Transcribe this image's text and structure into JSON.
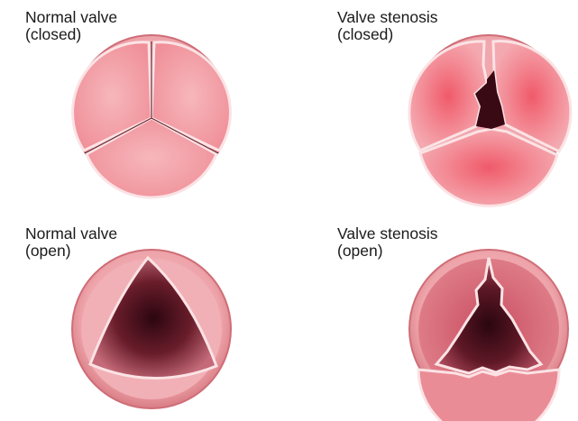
{
  "panels": {
    "normal_closed": {
      "line1": "Normal valve",
      "line2": "(closed)"
    },
    "stenosis_closed": {
      "line1": "Valve stenosis",
      "line2": "(closed)"
    },
    "normal_open": {
      "line1": "Normal valve",
      "line2": "(open)"
    },
    "stenosis_open": {
      "line1": "Valve stenosis",
      "line2": "(open)"
    }
  },
  "colors": {
    "ring_outer": "#e28a90",
    "ring_inner": "#f3bcc0",
    "leaflet": "#f2a8ae",
    "leaflet_center": "#ee6f7b",
    "edge": "#fbe3e5",
    "opening_dark": "#3a0a14",
    "opening_mid": "#8a2f3e",
    "outline": "#c96a72"
  }
}
